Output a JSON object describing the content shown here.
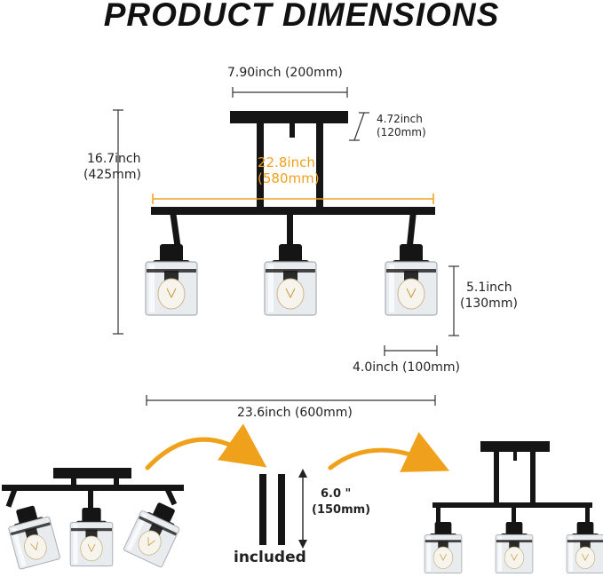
{
  "title": "PRODUCT DIMENSIONS",
  "dimensions": {
    "canopy_width": "7.90inch (200mm)",
    "canopy_depth_in": "4.72inch",
    "canopy_depth_mm": "(120mm)",
    "total_height_in": "16.7inch",
    "total_height_mm": "(425mm)",
    "bar_width_in": "22.8inch",
    "bar_width_mm": "(580mm)",
    "shade_height_in": "5.1inch",
    "shade_height_mm": "(130mm)",
    "shade_width": "4.0inch (100mm)",
    "total_width": "23.6inch (600mm)"
  },
  "extension": {
    "rod_length": "6.0 \"",
    "rod_length_mm": "(150mm)",
    "included_label": "included"
  },
  "colors": {
    "fixture": "#151515",
    "accent": "#f0a11c",
    "glass": "#d9dde2",
    "dimension_line": "#333333"
  }
}
